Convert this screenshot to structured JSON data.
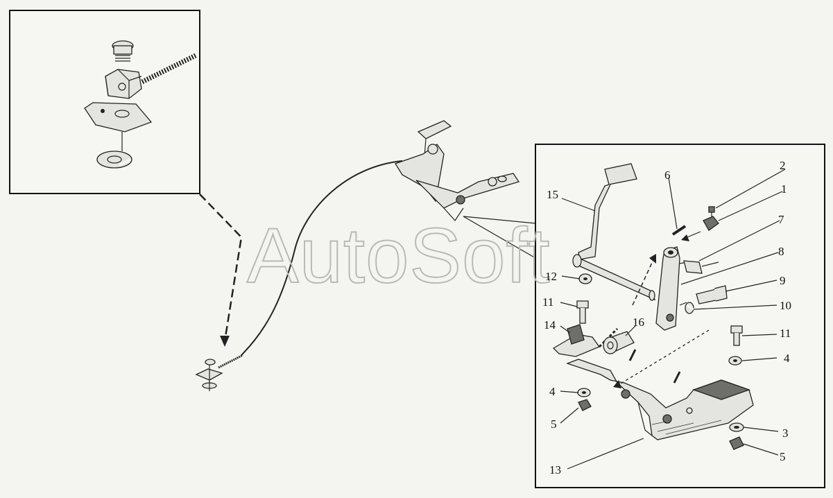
{
  "watermark": "AutoSoft",
  "callouts": [
    {
      "id": "c1",
      "text": "1"
    },
    {
      "id": "c2",
      "text": "2"
    },
    {
      "id": "c3",
      "text": "3"
    },
    {
      "id": "c4a",
      "text": "4"
    },
    {
      "id": "c4b",
      "text": "4"
    },
    {
      "id": "c5a",
      "text": "5"
    },
    {
      "id": "c5b",
      "text": "5"
    },
    {
      "id": "c6",
      "text": "6"
    },
    {
      "id": "c7",
      "text": "7"
    },
    {
      "id": "c8",
      "text": "8"
    },
    {
      "id": "c9",
      "text": "9"
    },
    {
      "id": "c10",
      "text": "10"
    },
    {
      "id": "c11a",
      "text": "11"
    },
    {
      "id": "c11b",
      "text": "11"
    },
    {
      "id": "c12",
      "text": "12"
    },
    {
      "id": "c13",
      "text": "13"
    },
    {
      "id": "c14",
      "text": "14"
    },
    {
      "id": "c15",
      "text": "15"
    },
    {
      "id": "c16",
      "text": "16"
    }
  ]
}
